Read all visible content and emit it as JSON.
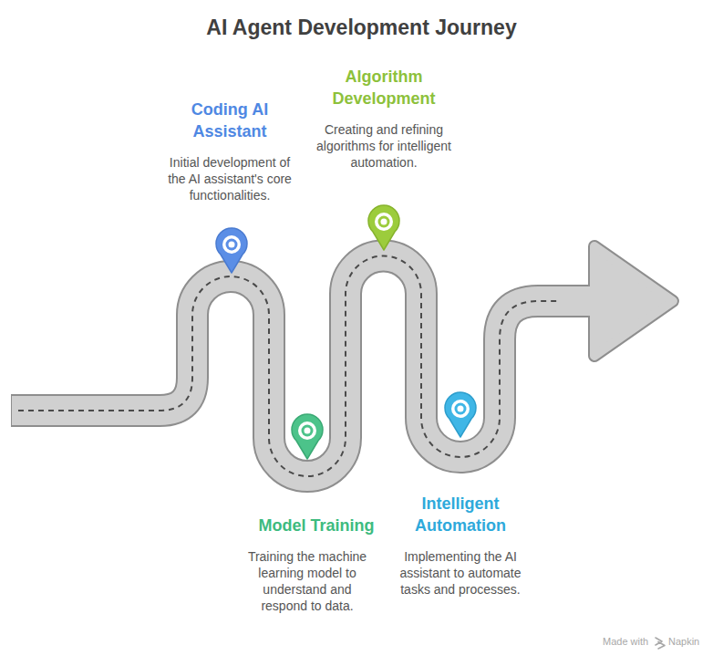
{
  "diagram": {
    "title": "AI Agent Development Journey",
    "nodes": [
      {
        "text": [
          "Coding AI Assistant",
          "Initial development of the AI assistant's core functionalities."
        ]
      },
      {
        "text": [
          "Model Training",
          "Training the machine learning model to understand and respond to data."
        ]
      },
      {
        "text": [
          "Algorithm Development",
          "Creating and refining algorithms for intelligent automation."
        ]
      },
      {
        "text": [
          "Intelligent Automation",
          "Implementing the AI assistant to automate tasks and processes."
        ]
      }
    ],
    "labels": [
      "Made with",
      "Napkin"
    ]
  }
}
